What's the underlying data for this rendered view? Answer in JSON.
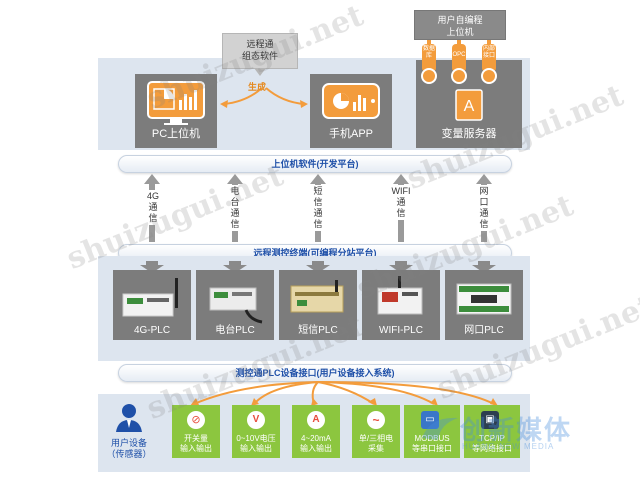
{
  "top": {
    "callout": "远程通\n组态软件",
    "generate": "生成",
    "pc": "PC上位机",
    "app": "手机APP",
    "server": "变量服务器",
    "user_program": "用户自编程\n上位机",
    "protocols": [
      "数据库",
      "OPC",
      "内部接口"
    ]
  },
  "bars": {
    "upper": "上位机软件(开发平台)",
    "middle": "远程测控终端(可编程分站平台)",
    "lower": "测控通PLC设备接口(用户设备接入系统)"
  },
  "channels": [
    "4G\n通\n信",
    "电\n台\n通\n信",
    "短\n信\n通\n信",
    "WIFI\n通\n信",
    "网\n口\n通\n信"
  ],
  "devices": [
    "4G-PLC",
    "电台PLC",
    "短信PLC",
    "WIFI-PLC",
    "网口PLC"
  ],
  "user": "用户设备\n（传感器）",
  "interfaces": [
    {
      "text": "开关量\n输入输出",
      "icon": "⊘"
    },
    {
      "text": "0~10V电压\n输入输出",
      "icon": "V"
    },
    {
      "text": "4~20mA\n输入输出",
      "icon": "A"
    },
    {
      "text": "单/三相电\n采集",
      "icon": "~"
    },
    {
      "text": "MODBUS\n等串口接口",
      "icon": "▭"
    },
    {
      "text": "TCP/IP\n等网络接口",
      "icon": "▣"
    }
  ],
  "watermarks": [
    "shuizugui.net",
    "shuizugui.net",
    "shuizugui.net",
    "shuizugui.net",
    "shuizugui.net",
    "shuizugui.net"
  ],
  "logo": "创新媒体",
  "logo_sub": "HUANG NEW MEDIA",
  "colors": {
    "green": "#8cc63f",
    "orange": "#f39c3c",
    "gray": "#7c7c7c",
    "blue": "#1f50a8"
  }
}
